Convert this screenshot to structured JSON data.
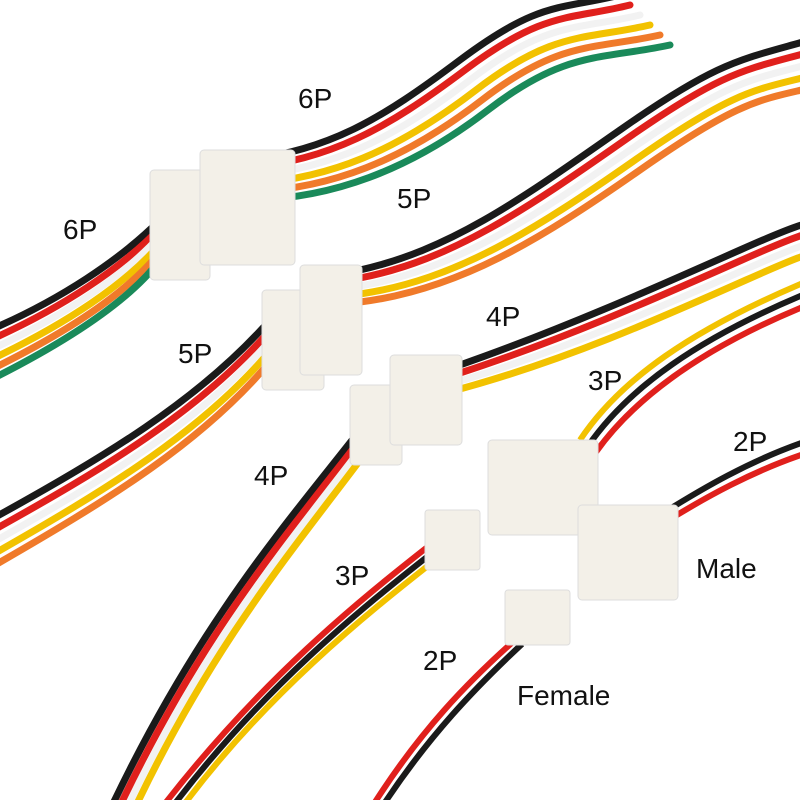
{
  "labels": {
    "six_p_top": "6P",
    "six_p_left": "6P",
    "five_p_top": "5P",
    "five_p_left": "5P",
    "four_p_top": "4P",
    "four_p_left": "4P",
    "three_p_top": "3P",
    "three_p_left": "3P",
    "two_p_right": "2P",
    "two_p_left": "2P",
    "male": "Male",
    "female": "Female"
  },
  "colors": {
    "black": "#1a1a1a",
    "red": "#e0201c",
    "white": "#f2f2f2",
    "yellow": "#f2c200",
    "orange": "#f07a2a",
    "green": "#1a8a5a",
    "connector": "#f3f0e8"
  }
}
